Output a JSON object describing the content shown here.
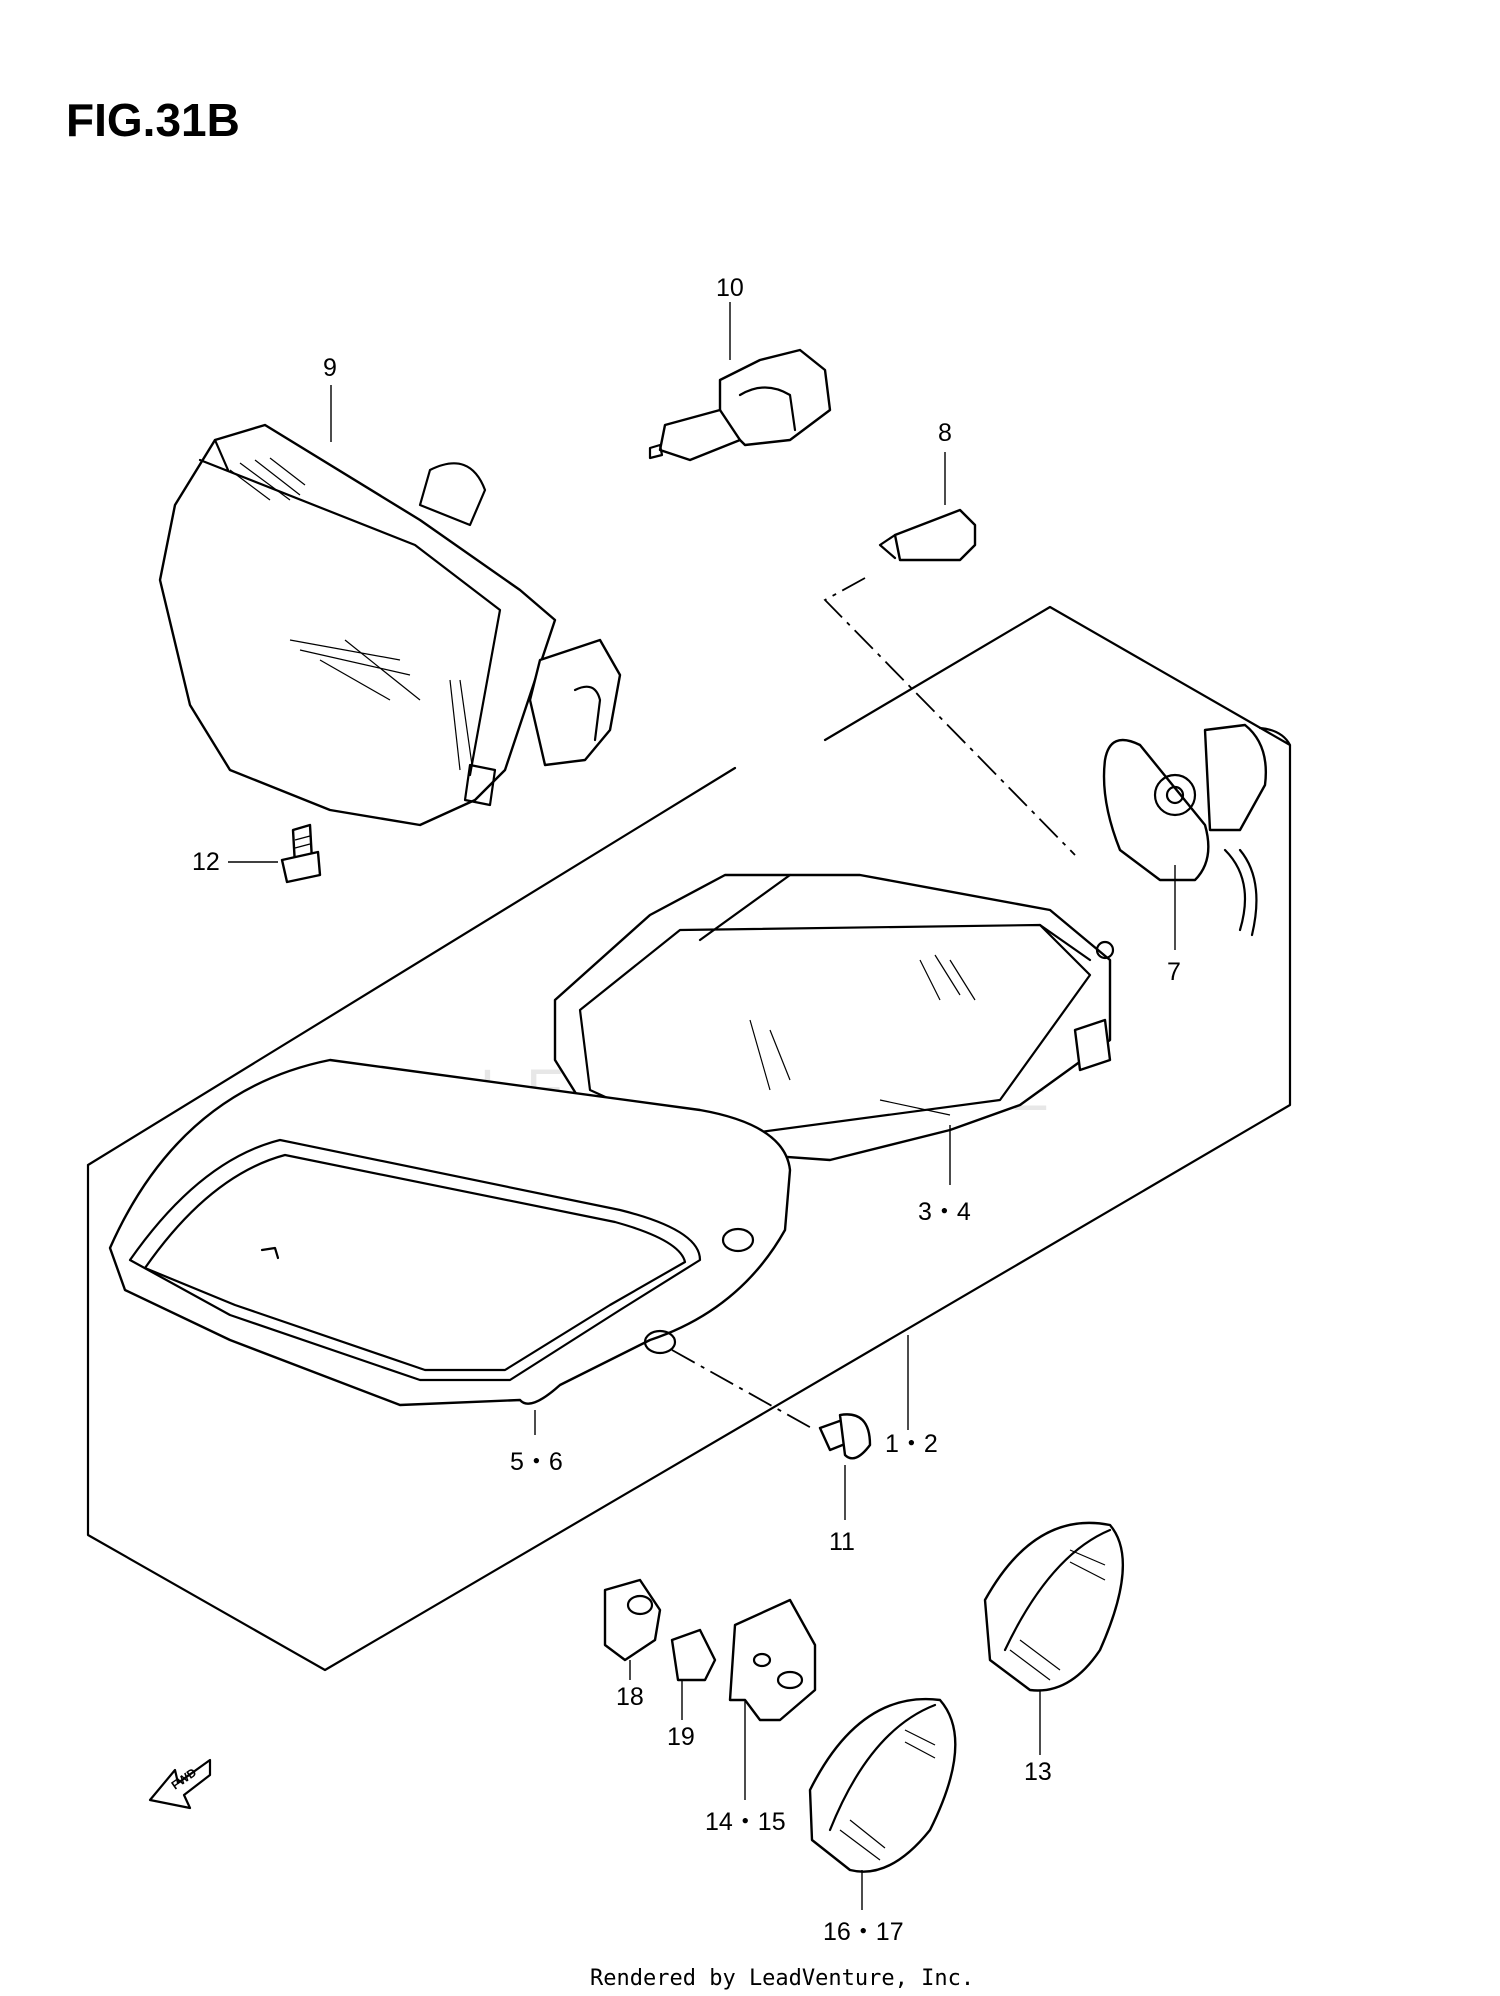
{
  "figure": {
    "title": "FIG.31B",
    "footer": "Rendered by LeadVenture, Inc.",
    "watermark": "LEADVENTURE",
    "direction_label": "FWD"
  },
  "callouts": {
    "c1_2": "1・2",
    "c3_4": "3・4",
    "c5_6": "5・6",
    "c7": "7",
    "c8": "8",
    "c9": "9",
    "c10": "10",
    "c11": "11",
    "c12": "12",
    "c13": "13",
    "c14_15": "14・15",
    "c16_17": "16・17",
    "c18": "18",
    "c19": "19"
  }
}
